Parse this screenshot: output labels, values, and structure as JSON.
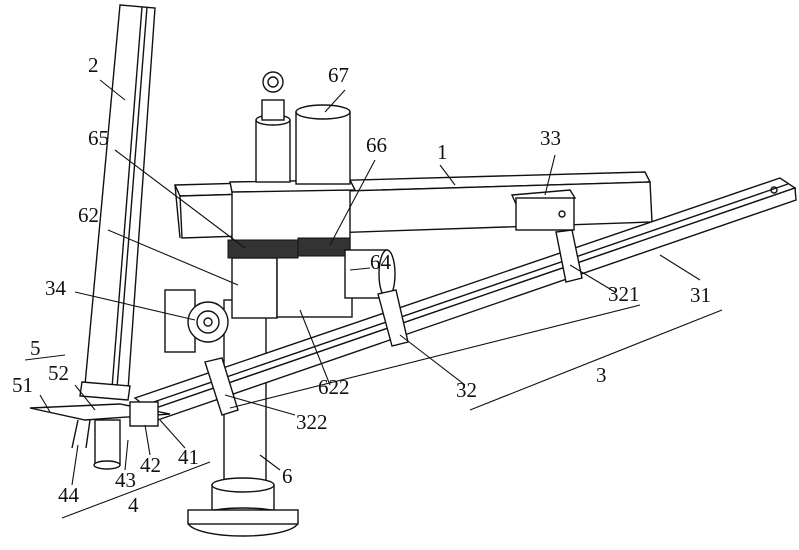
{
  "labels": {
    "l2": "2",
    "l67": "67",
    "l65": "65",
    "l66": "66",
    "l1": "1",
    "l33": "33",
    "l62": "62",
    "l64": "64",
    "l34": "34",
    "l321": "321",
    "l31": "31",
    "l5": "5",
    "l52": "52",
    "l51": "51",
    "l3": "3",
    "l32": "32",
    "l622": "622",
    "l322": "322",
    "l41": "41",
    "l42": "42",
    "l43": "43",
    "l44": "44",
    "l4": "4",
    "l6": "6"
  }
}
